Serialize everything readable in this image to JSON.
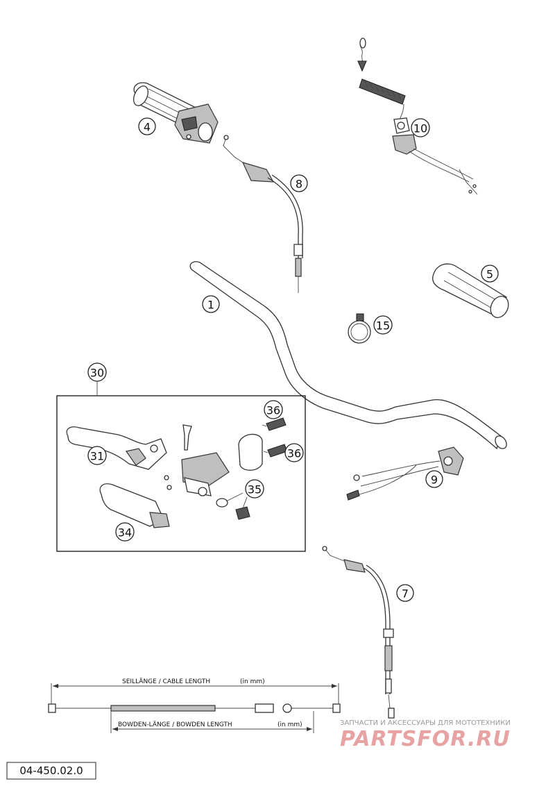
{
  "callouts": [
    {
      "id": "1",
      "label": "1"
    },
    {
      "id": "4",
      "label": "4"
    },
    {
      "id": "5",
      "label": "5"
    },
    {
      "id": "7",
      "label": "7"
    },
    {
      "id": "8",
      "label": "8"
    },
    {
      "id": "9",
      "label": "9"
    },
    {
      "id": "10",
      "label": "10"
    },
    {
      "id": "15",
      "label": "15"
    },
    {
      "id": "30",
      "label": "30"
    },
    {
      "id": "31",
      "label": "31"
    },
    {
      "id": "34",
      "label": "34"
    },
    {
      "id": "35",
      "label": "35"
    },
    {
      "id": "36a",
      "label": "36"
    },
    {
      "id": "36b",
      "label": "36"
    }
  ],
  "legend": {
    "cable_length": "SEILLÄNGE / CABLE LENGTH",
    "cable_unit": "(in mm)",
    "bowden_length": "BOWDEN-LÄNGE / BOWDEN LENGTH",
    "bowden_unit": "(in mm)"
  },
  "watermark": {
    "subtitle": "ЗАПЧАСТИ И АКСЕССУАРЫ ДЛЯ МОТОТЕХНИКИ",
    "brand": "PARTSFOR.RU"
  },
  "drawing_code": "04-450.02.0"
}
